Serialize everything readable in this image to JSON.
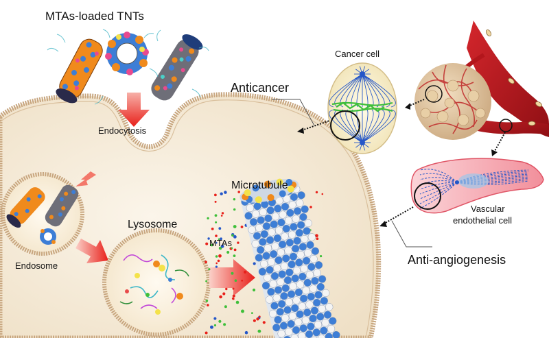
{
  "labels": {
    "title": "MTAs-loaded TNTs",
    "endocytosis": "Endocytosis",
    "endosome": "Endosome",
    "lysosome": "Lysosome",
    "mtas": "MTAs",
    "microtubule": "Microtubule",
    "anticancer": "Anticancer",
    "cancer_cell": "Cancer cell",
    "vascular_line1": "Vascular",
    "vascular_line2": "endothelial cell",
    "anti_angiogenesis": "Anti-angiogenesis"
  },
  "colors": {
    "cytoplasm": "#f6ecdc",
    "membrane": "#c7a57e",
    "arrow_red": "#e8201a",
    "vessel": "#b3161c",
    "spindle": "#2456c8",
    "chromosome": "#3fbf3a",
    "endothelial": "#f7b6bd",
    "sphere_blue": "#3d7ed6",
    "sphere_white": "#f4f4f4",
    "sphere_orange": "#f08a1c"
  }
}
